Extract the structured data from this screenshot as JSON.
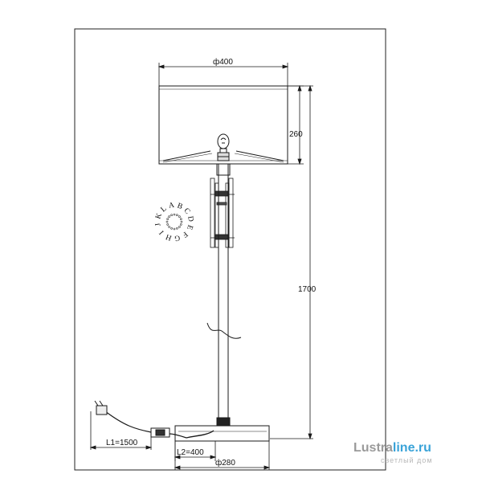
{
  "dimensions": {
    "shade_diameter": "ф400",
    "shade_height": "260",
    "total_height": "1700",
    "base_diameter": "ф280",
    "cable_length": "L1=1500",
    "switch_cable_length": "L2=400"
  },
  "ring_letters": [
    "A",
    "B",
    "C",
    "D",
    "E",
    "F",
    "G",
    "H",
    "I",
    "J",
    "K",
    "L"
  ],
  "watermark": {
    "brand_part1": "Lustra",
    "brand_part2": "line.ru",
    "tagline": "светлый дом",
    "color_part1": "#9a9a9a",
    "color_part2": "#3aa3d8"
  },
  "colors": {
    "line": "#1a1a1a",
    "frame": "#222222"
  }
}
